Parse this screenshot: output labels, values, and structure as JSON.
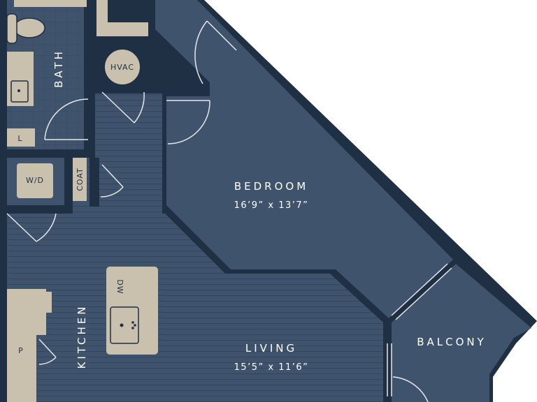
{
  "rooms": {
    "bedroom": {
      "name": "BEDROOM",
      "dimensions": "16’9” x 13’7”"
    },
    "living": {
      "name": "LIVING",
      "dimensions": "15’5” x 11’6”"
    },
    "balcony": {
      "name": "BALCONY"
    },
    "kitchen": {
      "name": "KITCHEN"
    },
    "bath": {
      "name": "BATH"
    }
  },
  "fixtures": {
    "hvac": "HVAC",
    "washer_dryer": "W/D",
    "coat": "COAT",
    "linen": "L",
    "pantry": "P",
    "dishwasher": "DW"
  },
  "colors": {
    "floor": "#3f546c",
    "wall": "#1f2f44",
    "fixture": "#c9c0ae",
    "background": "#ffffff"
  }
}
